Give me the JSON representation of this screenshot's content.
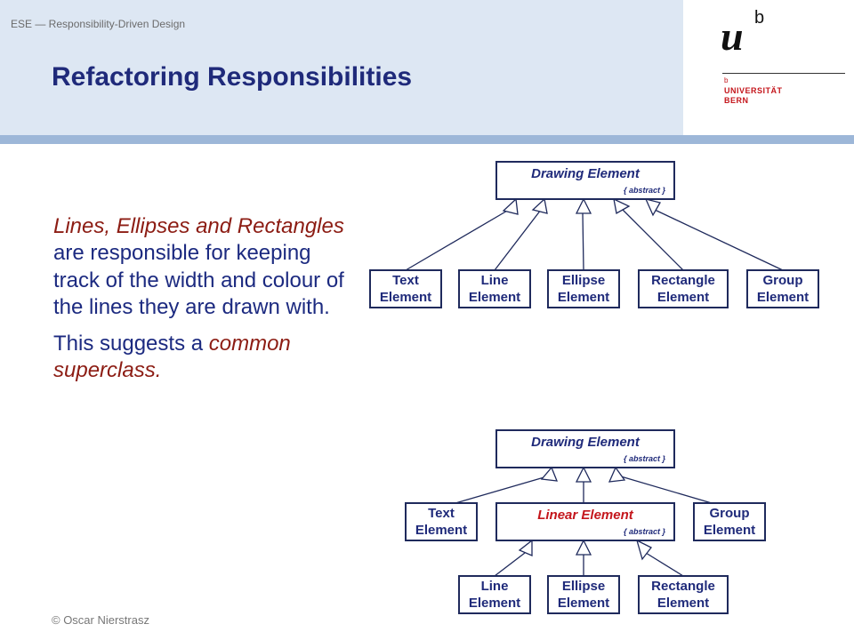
{
  "header": {
    "course": "ESE — Responsibility-Driven Design",
    "title": "Refactoring Responsibilities"
  },
  "logo": {
    "u": "u",
    "b": "b",
    "small_b": "b",
    "line1": "UNIVERSITÄT",
    "line2": "BERN"
  },
  "body": {
    "p1_em": "Lines, Ellipses and Rectangles",
    "p1_rest": " are responsible for keeping track of the width and colour of the lines they are drawn with.",
    "p2_start": "This suggests a ",
    "p2_em": "common superclass."
  },
  "diagram_top": {
    "root_name": "Drawing Element",
    "root_tag": "{ abstract }",
    "children": [
      [
        "Text",
        "Element"
      ],
      [
        "Line",
        "Element"
      ],
      [
        "Ellipse",
        "Element"
      ],
      [
        "Rectangle",
        "Element"
      ],
      [
        "Group",
        "Element"
      ]
    ]
  },
  "diagram_bottom": {
    "root_name": "Drawing Element",
    "root_tag": "{ abstract }",
    "mid_name": "Linear Element",
    "mid_tag": "{ abstract }",
    "side_left": [
      "Text",
      "Element"
    ],
    "side_right": [
      "Group",
      "Element"
    ],
    "children": [
      [
        "Line",
        "Element"
      ],
      [
        "Ellipse",
        "Element"
      ],
      [
        "Rectangle",
        "Element"
      ]
    ]
  },
  "footer": "© Oscar Nierstrasz"
}
